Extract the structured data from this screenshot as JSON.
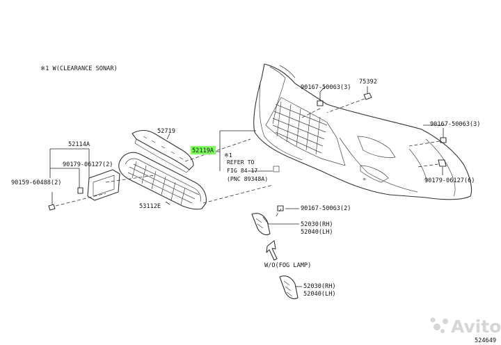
{
  "note_clearance": "※1 W(CLEARANCE SONAR)",
  "labels": {
    "p90167_top": "90167-50063(3)",
    "p75392": "75392",
    "p90167_right": "90167-50063(3)",
    "p52719": "52719",
    "p52119A": "52119A",
    "p52114A": "52114A",
    "p90179_left": "90179-06127(2)",
    "p90159": "90159-60488(2)",
    "p53112E": "53112E",
    "p90179_right": "90179-06127(6)",
    "p90167_mid": "90167-50063(2)",
    "p52030_rh": "52030(RH)",
    "p52040_lh": "52040(LH)",
    "p52030_rh_2": "52030(RH)",
    "p52040_lh_2": "52040(LH)"
  },
  "refer_note": {
    "line1": "※1",
    "line2": "REFER TO",
    "line3": "FIG 84-17",
    "line4": "(PNC 89348A)"
  },
  "fog_note": "W/O(FOG LAMP)",
  "watermark": "Avito",
  "figure_code": "524649",
  "highlight_color": "#7CFF5A"
}
